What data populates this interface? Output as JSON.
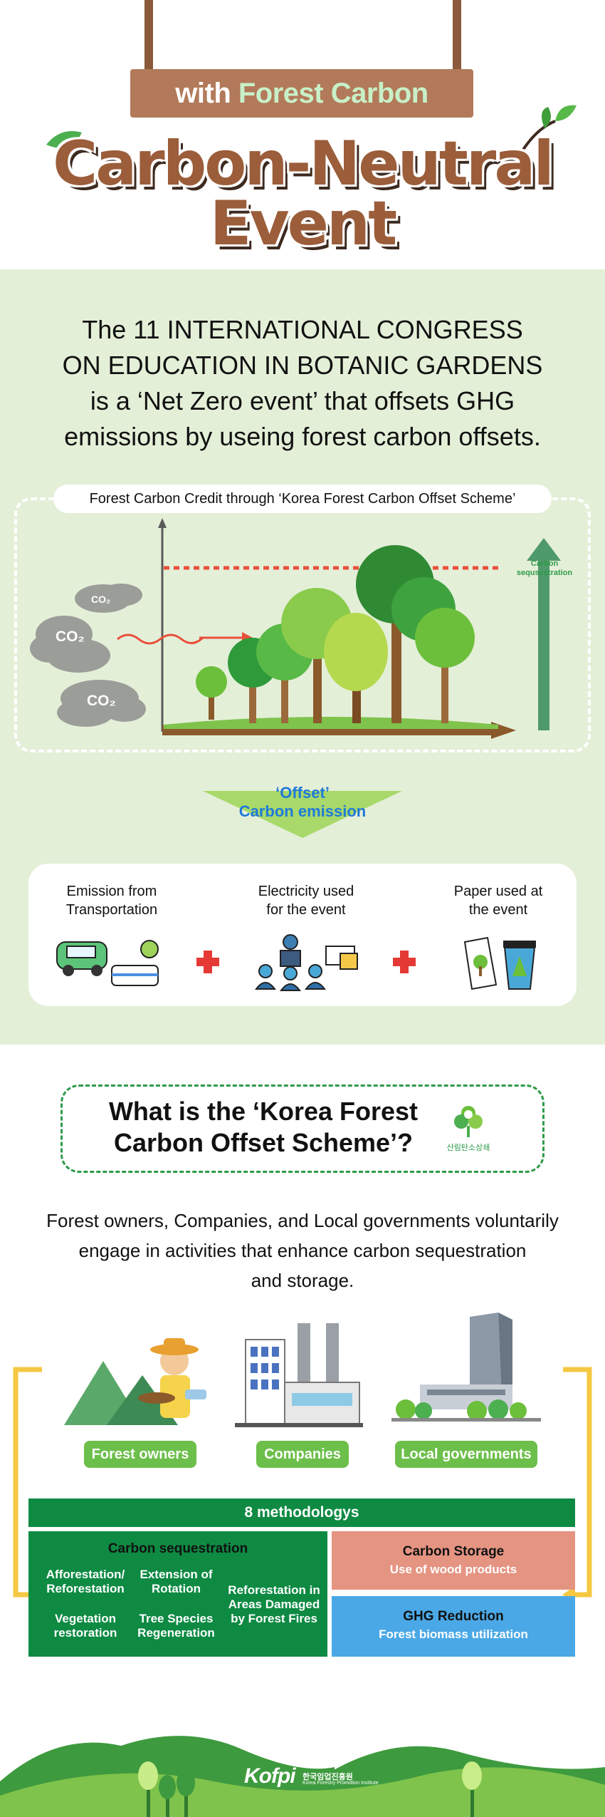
{
  "header": {
    "sign_prefix": "with ",
    "sign_highlight": "Forest Carbon",
    "title_line1": "Carbon-Neutral",
    "title_line2": "Event"
  },
  "intro": {
    "line1": "The 11 INTERNATIONAL CONGRESS",
    "line2": "ON EDUCATION IN BOTANIC GARDENS",
    "line3": "is a ‘Net Zero event’ that offsets GHG",
    "line4": "emissions by useing forest carbon offsets."
  },
  "diagram": {
    "pill_label": "Forest Carbon Credit through ‘Korea Forest Carbon Offset Scheme’",
    "co2_small": "CO₂",
    "co2_a": "CO₂",
    "co2_b": "CO₂",
    "seq_line1": "Carbon",
    "seq_line2": "sequsestration"
  },
  "offset": {
    "line1": "‘Offset’",
    "line2": "Carbon emission"
  },
  "emissions": {
    "item1_line1": "Emission from",
    "item1_line2": "Transportation",
    "item2_line1": "Electricity used",
    "item2_line2": "for the event",
    "item3_line1": "Paper used at",
    "item3_line2": "the event"
  },
  "scheme": {
    "question_line1": "What is the ‘Korea Forest",
    "question_line2": "Carbon Offset Scheme’?",
    "logo_text": "산림탄소상쇄",
    "desc_line1": "Forest owners, Companies, and Local governments voluntarily",
    "desc_line2": "engage in activities that enhance carbon sequestration",
    "desc_line3": "and storage."
  },
  "actors": {
    "a1": "Forest owners",
    "a2": "Companies",
    "a3": "Local governments"
  },
  "methods": {
    "header": "8 methodologys",
    "seq_title": "Carbon sequestration",
    "m1_l1": "Afforestation/",
    "m1_l2": "Reforestation",
    "m2_l1": "Extension of",
    "m2_l2": "Rotation",
    "m3_l1": "Reforestation in",
    "m3_l2": "Areas Damaged",
    "m3_l3": "by Forest Fires",
    "m4_l1": "Vegetation",
    "m4_l2": "restoration",
    "m5_l1": "Tree Species",
    "m5_l2": "Regeneration",
    "storage_title": "Carbon Storage",
    "storage_sub": "Use of wood products",
    "ghg_title": "GHG Reduction",
    "ghg_sub": "Forest biomass utilization"
  },
  "footer": {
    "logo": "Kofpi",
    "org_ko": "한국임업진흥원",
    "org_en": "Korea Forestry Promotion Institute"
  },
  "colors": {
    "brown": "#9b5d3a",
    "sign": "#b27a5a",
    "green_bg": "#e4efd8",
    "dark_green": "#0e8a43",
    "pill_green": "#6cbf4a",
    "storage": "#e59482",
    "ghg": "#4aa8e6",
    "offset_blue": "#1f7ad8",
    "dotted_red": "#e8503a"
  }
}
